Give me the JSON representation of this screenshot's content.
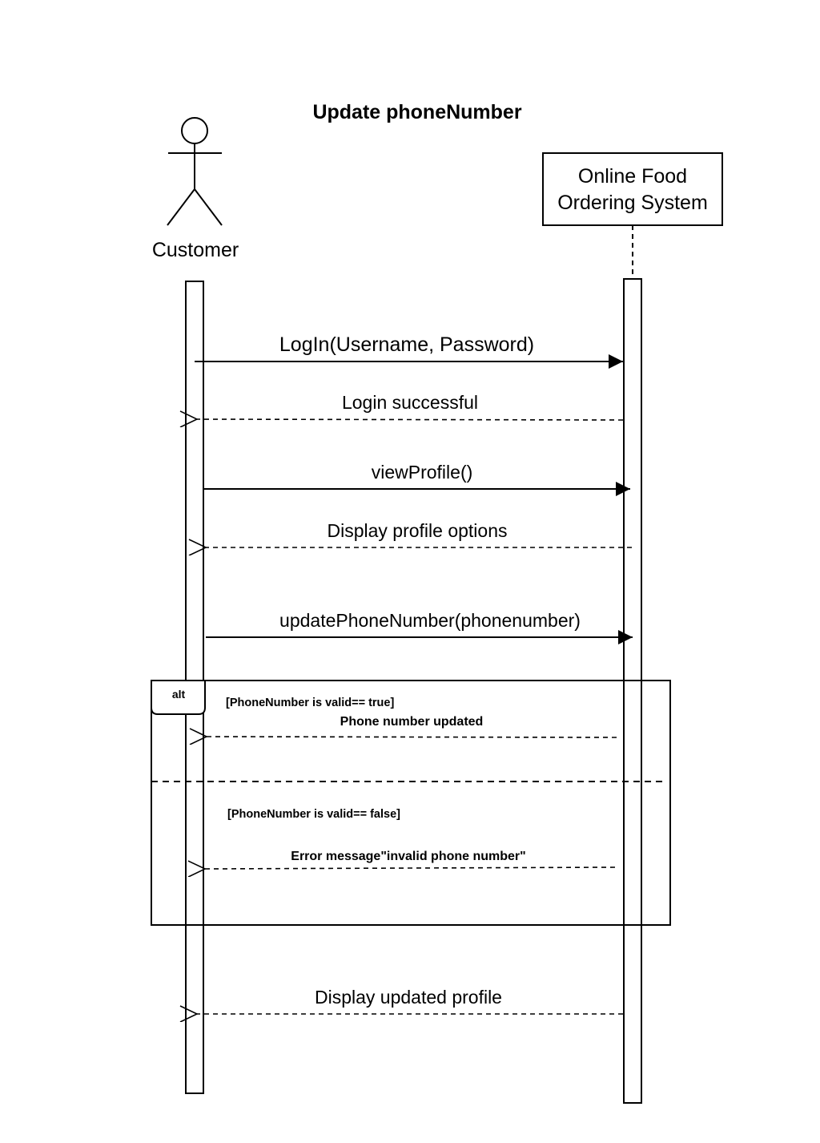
{
  "title": "Update phoneNumber",
  "actor": {
    "label": "Customer"
  },
  "system": {
    "line1": "Online Food",
    "line2": "Ordering System"
  },
  "messages": [
    {
      "label": "LogIn(Username, Password)",
      "kind": "sync"
    },
    {
      "label": "Login successful",
      "kind": "return"
    },
    {
      "label": "viewProfile()",
      "kind": "sync"
    },
    {
      "label": "Display profile options",
      "kind": "return"
    },
    {
      "label": "updatePhoneNumber(phonenumber)",
      "kind": "sync"
    },
    {
      "label": "Display updated profile",
      "kind": "return"
    }
  ],
  "alt_fragment": {
    "operator": "alt",
    "operand1": {
      "guard": "[PhoneNumber is valid== true]",
      "message": "Phone number updated"
    },
    "operand2": {
      "guard": "[PhoneNumber is valid== false]",
      "message": "Error message\"invalid phone number\""
    }
  }
}
